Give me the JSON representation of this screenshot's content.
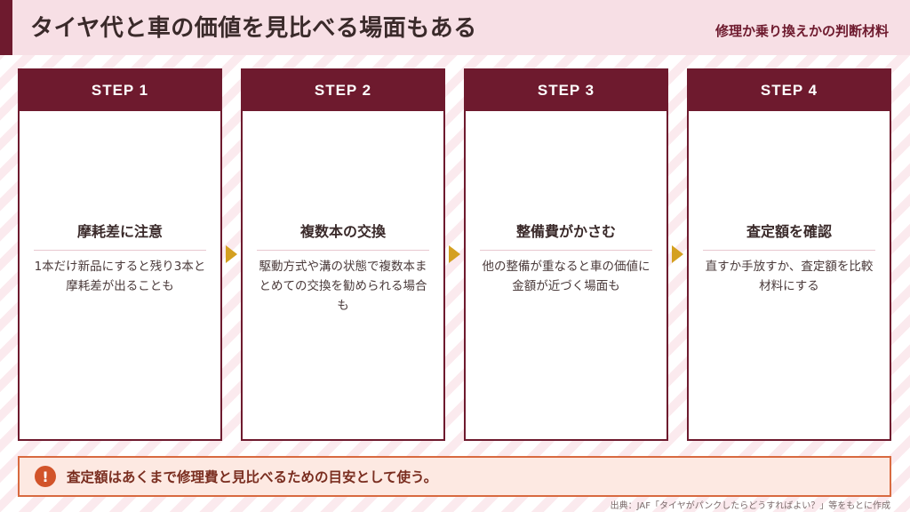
{
  "header": {
    "title": "タイヤ代と車の価値を見比べる場面もある",
    "subtitle": "修理か乗り換えかの判断材料"
  },
  "steps": [
    {
      "label": "STEP 1",
      "title": "摩耗差に注意",
      "desc": "1本だけ新品にすると残り3本と摩耗差が出ることも"
    },
    {
      "label": "STEP 2",
      "title": "複数本の交換",
      "desc": "駆動方式や溝の状態で複数本まとめての交換を勧められる場合も"
    },
    {
      "label": "STEP 3",
      "title": "整備費がかさむ",
      "desc": "他の整備が重なると車の価値に金額が近づく場面も"
    },
    {
      "label": "STEP 4",
      "title": "査定額を確認",
      "desc": "直すか手放すか、査定額を比較材料にする"
    }
  ],
  "note": {
    "icon": "!",
    "text": "査定額はあくまで修理費と見比べるための目安として使う。"
  },
  "source": "出典：JAF「タイヤがパンクしたらどうすればよい？」等をもとに作成",
  "colors": {
    "primary": "#6e1a2e",
    "header_bg": "#f7dfe5",
    "arrow": "#d4a020",
    "note_border": "#d86a40",
    "note_icon": "#d2542a"
  }
}
